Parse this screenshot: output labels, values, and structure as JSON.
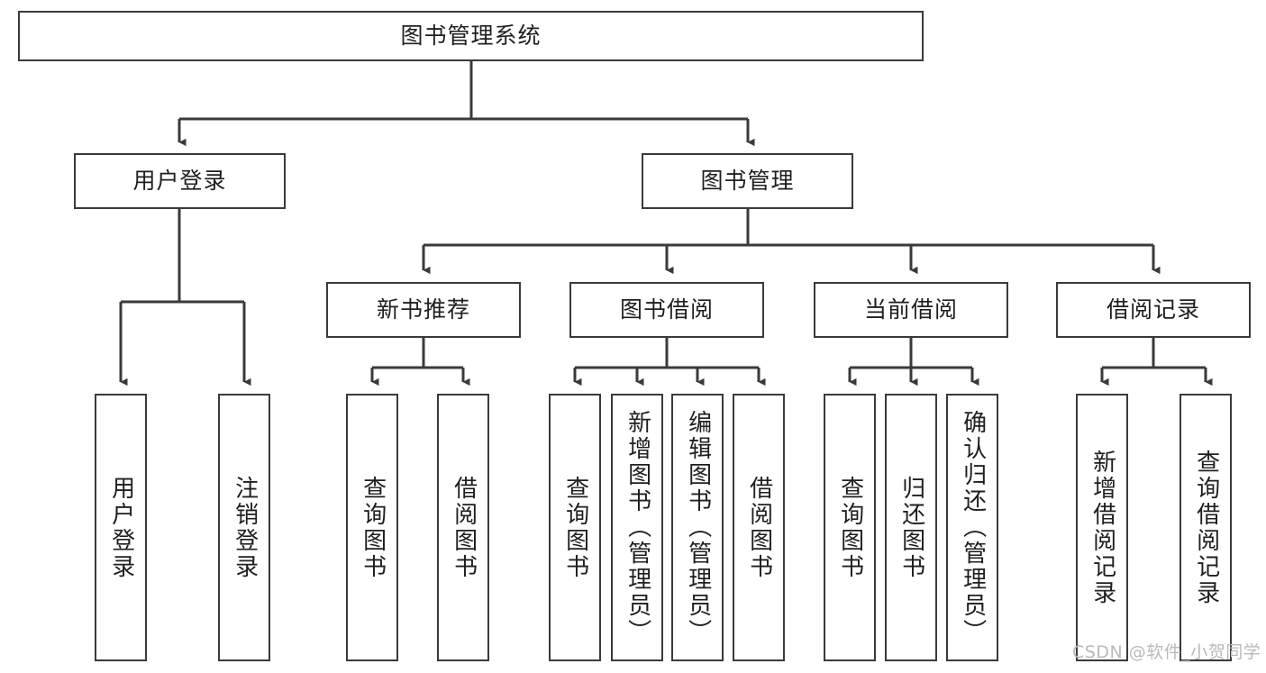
{
  "diagram": {
    "title": "图书管理系统",
    "type": "tree",
    "orientation": "top-down",
    "colors": {
      "box_border": "#3a3a3a",
      "box_fill": "#ffffff",
      "connector": "#3a3a3a",
      "text": "#1f1f1f",
      "background": "#ffffff",
      "watermark": "#b9b9b9"
    },
    "root": {
      "label": "图书管理系统"
    },
    "level2": [
      {
        "label": "用户登录"
      },
      {
        "label": "图书管理"
      }
    ],
    "level3": [
      {
        "label": "新书推荐"
      },
      {
        "label": "图书借阅"
      },
      {
        "label": "当前借阅"
      },
      {
        "label": "借阅记录"
      }
    ],
    "leaves": {
      "user_login": [
        {
          "label": "用户登录"
        },
        {
          "label": "注销登录"
        }
      ],
      "new_book_recommend": [
        {
          "label": "查询图书"
        },
        {
          "label": "借阅图书"
        }
      ],
      "book_borrow": [
        {
          "label": "查询图书"
        },
        {
          "label": "新增图书（管理员）"
        },
        {
          "label": "编辑图书（管理员）"
        },
        {
          "label": "借阅图书"
        }
      ],
      "current_borrow": [
        {
          "label": "查询图书"
        },
        {
          "label": "归还图书"
        },
        {
          "label": "确认归还（管理员）"
        }
      ],
      "borrow_record": [
        {
          "label": "新增借阅记录"
        },
        {
          "label": "查询借阅记录"
        }
      ]
    }
  },
  "watermark": {
    "text": "CSDN @软件_小贺同学"
  }
}
